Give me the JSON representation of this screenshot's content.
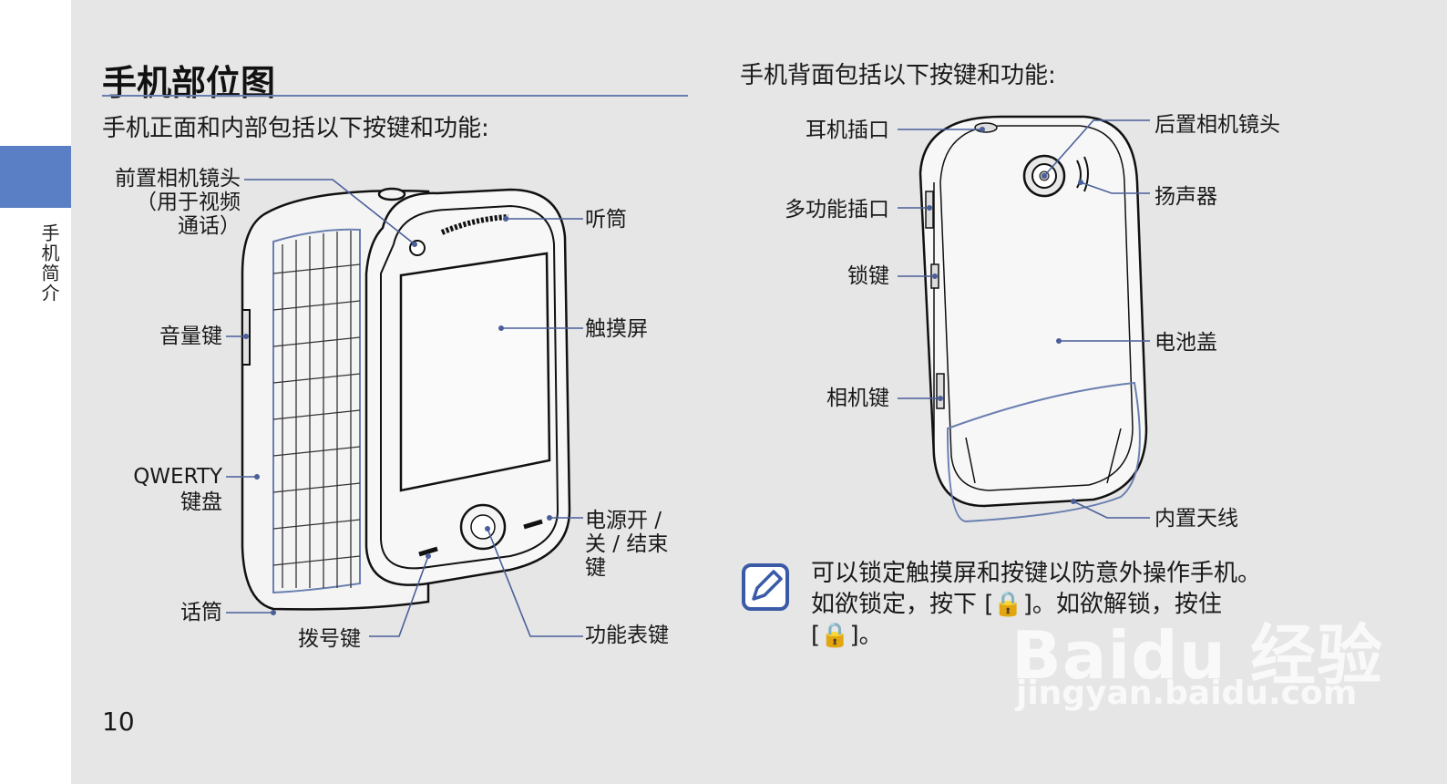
{
  "side": {
    "label": "手机简介"
  },
  "title": "手机部位图",
  "front": {
    "subtitle": "手机正面和内部包括以下按键和功能:",
    "labels": {
      "front_camera_1": "前置相机镜头",
      "front_camera_2": "（用于视频",
      "front_camera_3": "通话）",
      "earpiece": "听筒",
      "volume": "音量键",
      "touchscreen": "触摸屏",
      "qwerty_1": "QWERTY",
      "qwerty_2": "键盘",
      "power_1": "电源开 /",
      "power_2": "关 / 结束",
      "power_3": "键",
      "mic": "话筒",
      "dial": "拨号键",
      "menu": "功能表键"
    }
  },
  "back": {
    "subtitle": "手机背面包括以下按键和功能:",
    "labels": {
      "headset": "耳机插口",
      "rear_camera": "后置相机镜头",
      "multi_jack": "多功能插口",
      "speaker": "扬声器",
      "lock": "锁键",
      "battery_cover": "电池盖",
      "camera_key": "相机键",
      "antenna": "内置天线"
    }
  },
  "note": {
    "line1": "可以锁定触摸屏和按键以防意外操作手机。",
    "line2": "如欲锁定，按下 [🔒]。如欲解锁，按住",
    "line3": "[🔒]。"
  },
  "page_number": "10",
  "watermark": {
    "logo": "Baidu 经验",
    "url": "jingyan.baidu.com"
  },
  "colors": {
    "accent": "#5b7fc4",
    "leader": "#4a5f99",
    "page_bg": "#e6e6e6"
  }
}
